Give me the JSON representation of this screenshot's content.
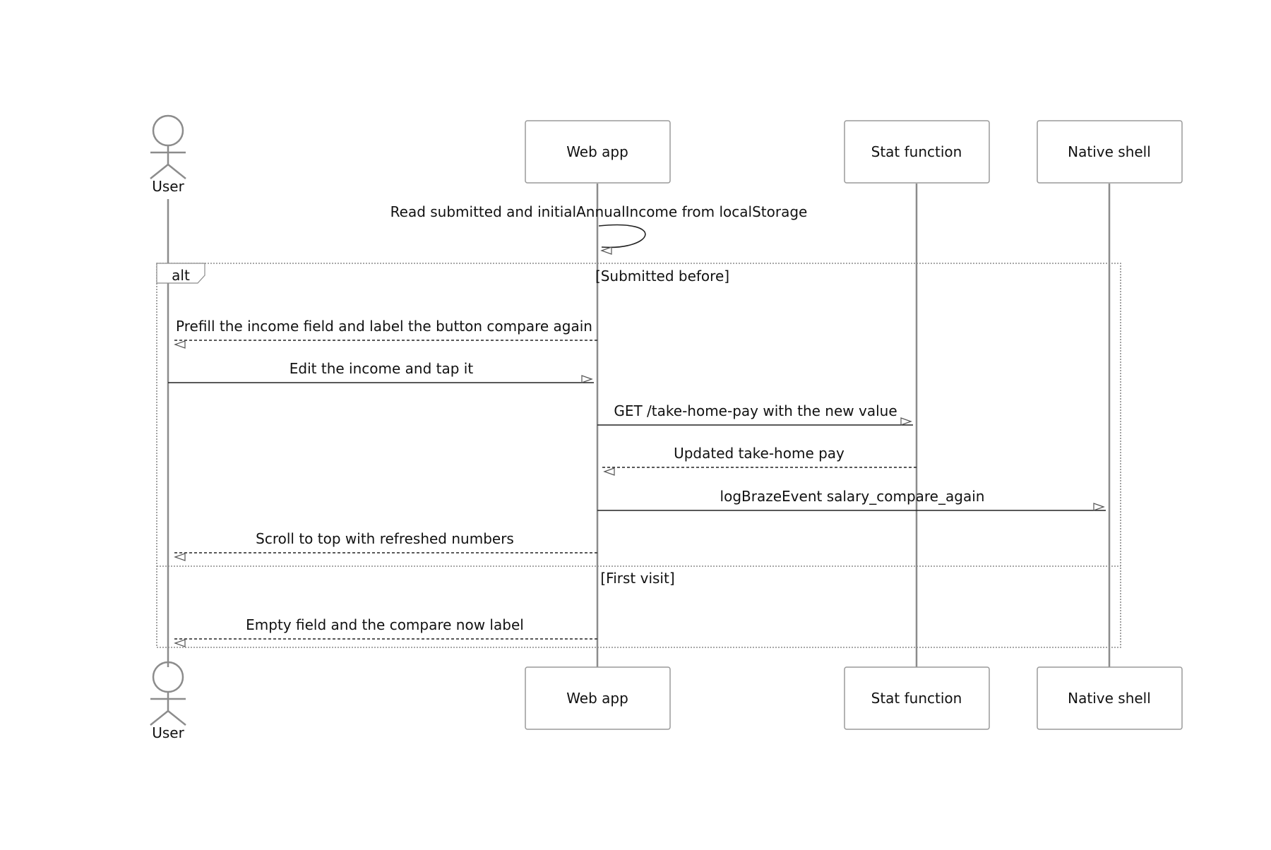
{
  "participants": [
    {
      "id": "user",
      "kind": "actor",
      "label": "User"
    },
    {
      "id": "web",
      "kind": "box",
      "label": "Web app"
    },
    {
      "id": "stat",
      "kind": "box",
      "label": "Stat function"
    },
    {
      "id": "native",
      "kind": "box",
      "label": "Native shell"
    }
  ],
  "self_message": {
    "participant": "web",
    "text": "Read submitted and initialAnnualIncome from localStorage"
  },
  "alt_block": {
    "keyword": "alt",
    "sections": [
      {
        "guard": "[Submitted before]",
        "messages": [
          {
            "from": "web",
            "to": "user",
            "style": "dashed",
            "text": "Prefill the income field and label the button compare again"
          },
          {
            "from": "user",
            "to": "web",
            "style": "solid",
            "text": "Edit the income and tap it"
          },
          {
            "from": "web",
            "to": "stat",
            "style": "solid",
            "text": "GET /take-home-pay with the new value"
          },
          {
            "from": "stat",
            "to": "web",
            "style": "dashed",
            "text": "Updated take-home pay"
          },
          {
            "from": "web",
            "to": "native",
            "style": "solid",
            "text": "logBrazeEvent salary_compare_again"
          },
          {
            "from": "web",
            "to": "user",
            "style": "dashed",
            "text": "Scroll to top with refreshed numbers"
          }
        ]
      },
      {
        "guard": "[First visit]",
        "messages": [
          {
            "from": "web",
            "to": "user",
            "style": "dashed",
            "text": "Empty field and the compare now label"
          }
        ]
      }
    ]
  }
}
